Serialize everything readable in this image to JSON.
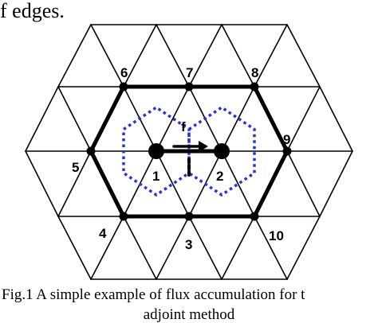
{
  "top_text": "f edges.",
  "caption": {
    "line1": "Fig.1 A simple example of flux accumulation for t",
    "line2": "adjoint method"
  },
  "labels": {
    "flux": "f",
    "n1": "1",
    "n2": "2",
    "n3": "3",
    "n4": "4",
    "n5": "5",
    "n6": "6",
    "n7": "7",
    "n8": "8",
    "n9": "9",
    "n10": "10"
  },
  "colors": {
    "line": "#000000",
    "dual_cell": "#2b35c9",
    "background": "#ffffff"
  }
}
